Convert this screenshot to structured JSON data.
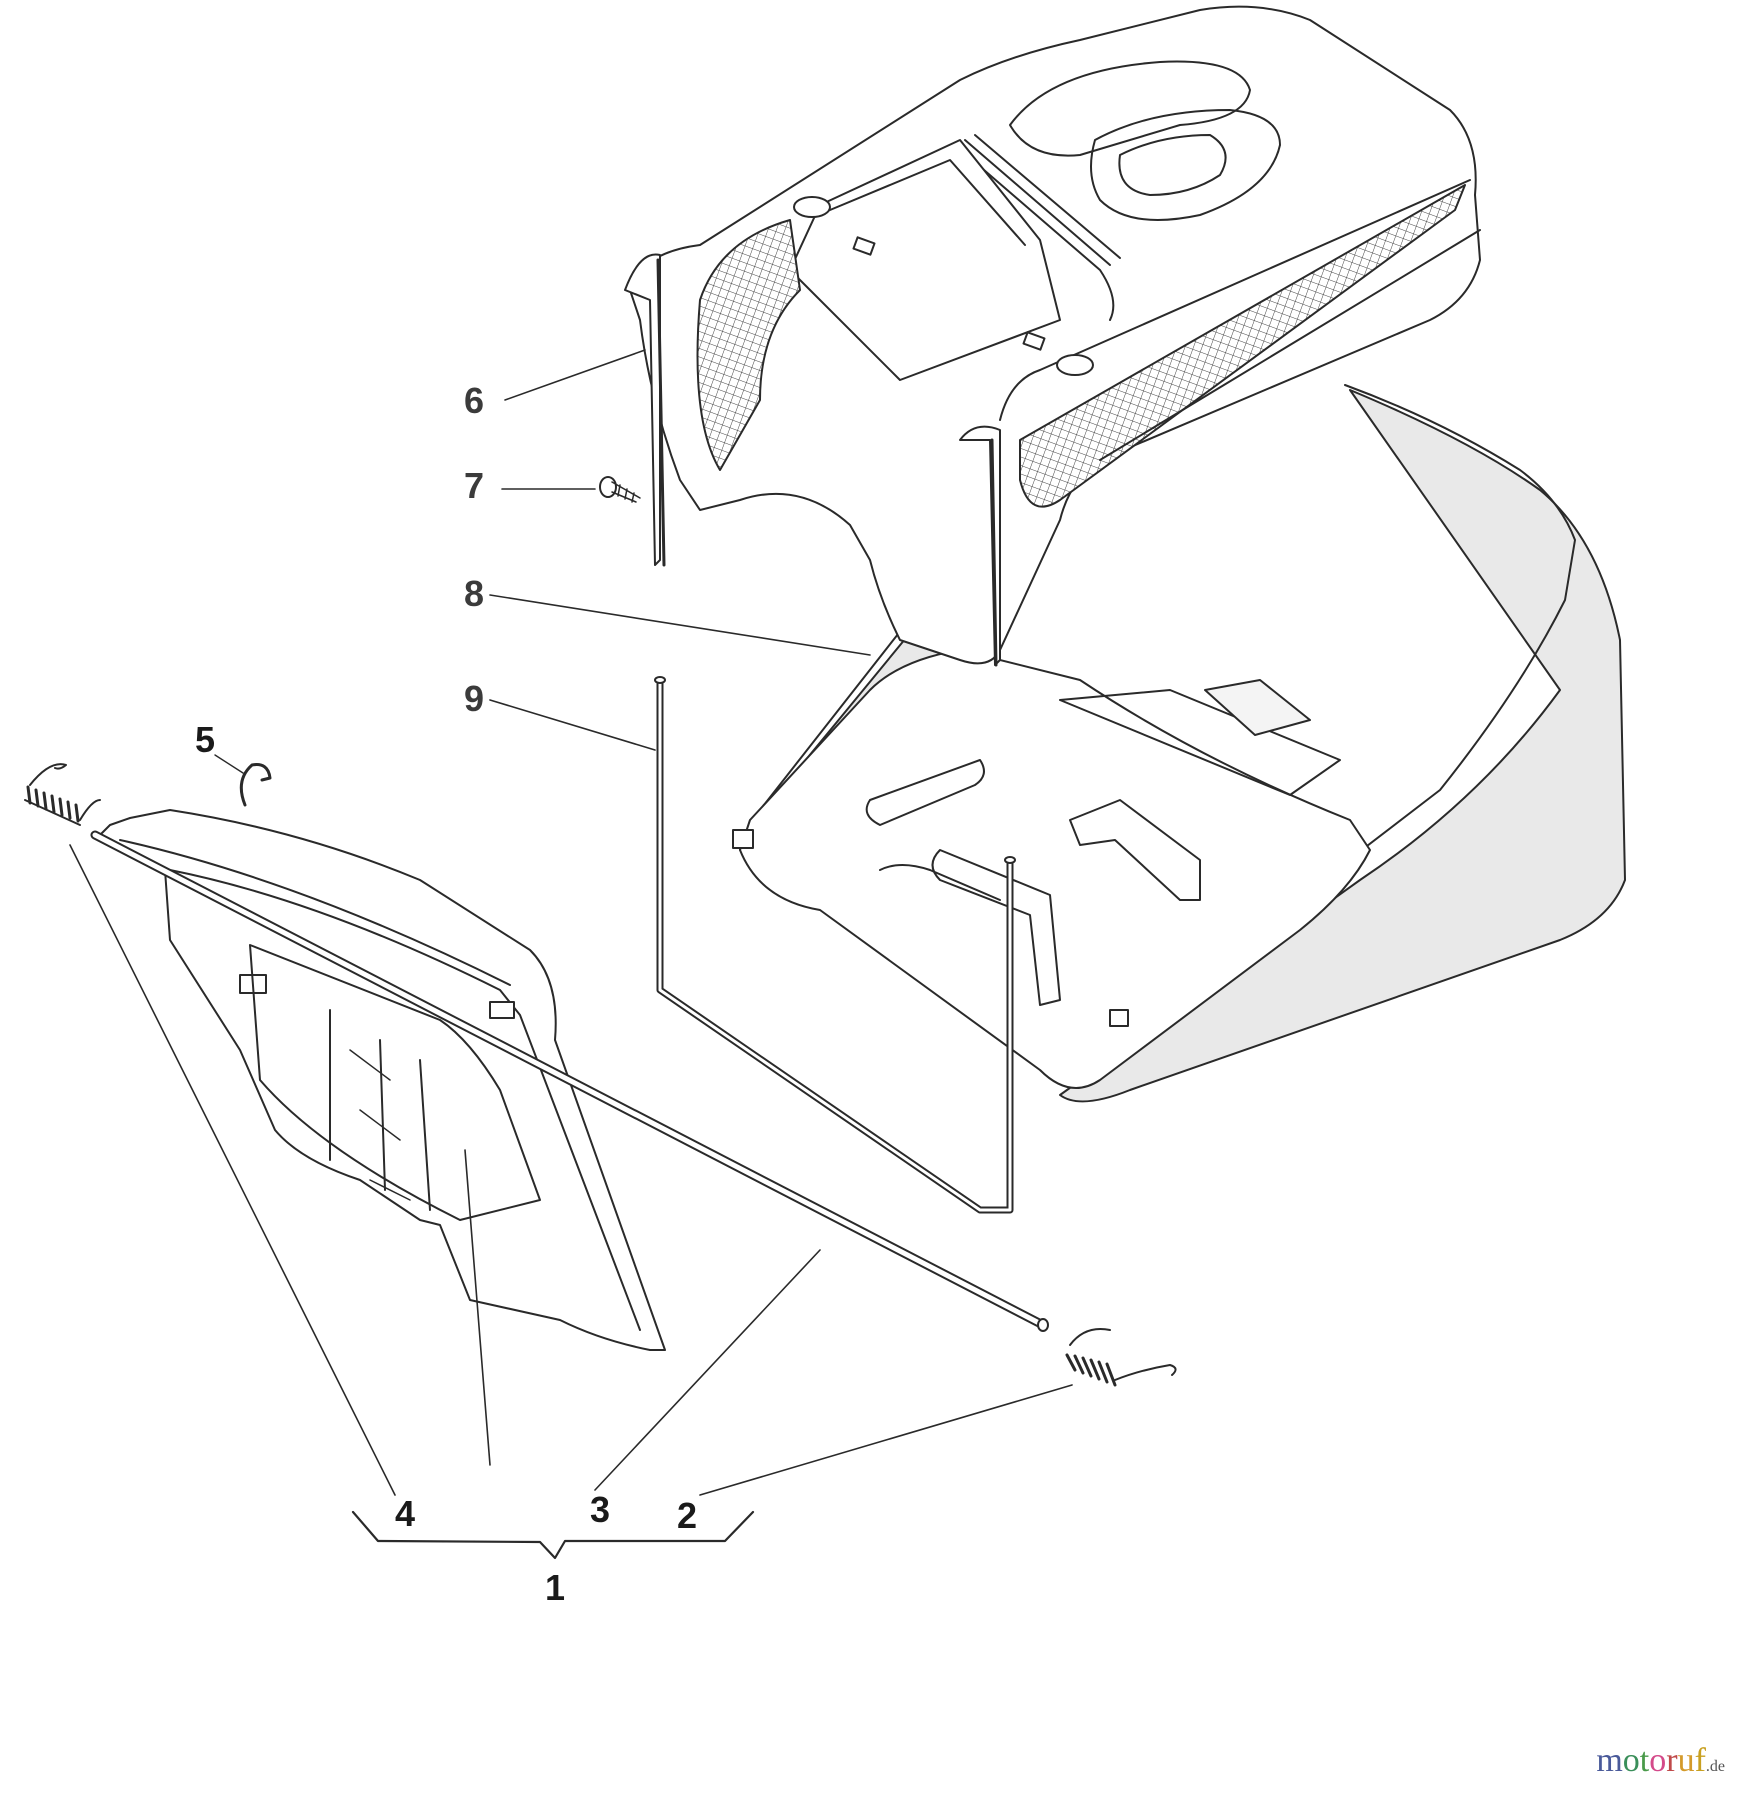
{
  "diagram": {
    "type": "exploded-parts-diagram",
    "subject": "grass catcher / collection bag assembly",
    "parts": [
      {
        "number": "1",
        "label": "1",
        "description": "assembly group bracket (parts 2, 3, 4 and rear flap)"
      },
      {
        "number": "2",
        "label": "2",
        "description": "torsion spring (right)"
      },
      {
        "number": "3",
        "label": "3",
        "description": "hinge rod"
      },
      {
        "number": "4",
        "label": "4",
        "description": "torsion spring (left)"
      },
      {
        "number": "5",
        "label": "5",
        "description": "retaining clip"
      },
      {
        "number": "6",
        "label": "6",
        "description": "catcher top cover"
      },
      {
        "number": "7",
        "label": "7",
        "description": "screw"
      },
      {
        "number": "8",
        "label": "8",
        "description": "catcher bag"
      },
      {
        "number": "9",
        "label": "9",
        "description": "bag frame"
      }
    ]
  },
  "watermark": {
    "letters": [
      {
        "ch": "m",
        "color": "#4a5a9a"
      },
      {
        "ch": "o",
        "color": "#3a8f5a"
      },
      {
        "ch": "t",
        "color": "#4a9a4a"
      },
      {
        "ch": "o",
        "color": "#d44a8a"
      },
      {
        "ch": "r",
        "color": "#c04a4a"
      },
      {
        "ch": "u",
        "color": "#d49a2a"
      },
      {
        "ch": "f",
        "color": "#c8a020"
      }
    ],
    "suffix": ".de"
  }
}
